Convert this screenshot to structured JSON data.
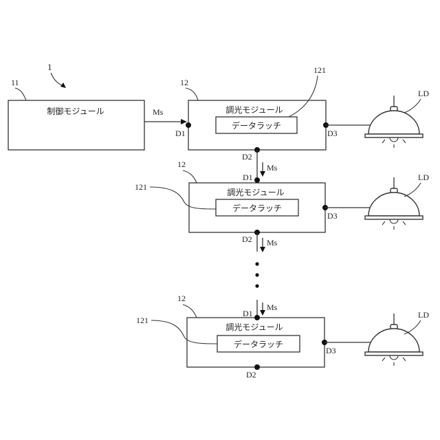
{
  "figure_ref": "1",
  "control_module": {
    "ref": "11",
    "label": "制御モジュール"
  },
  "signal_label": "Ms",
  "dimming_modules": [
    {
      "ref": "12",
      "label": "調光モジュール",
      "latch_ref": "121",
      "latch_label": "データラッチ",
      "d1": "D1",
      "d2": "D2",
      "d3": "D3",
      "lamp_ref": "LD"
    },
    {
      "ref": "12",
      "label": "調光モジュール",
      "latch_ref": "121",
      "latch_label": "データラッチ",
      "d1": "D1",
      "d2": "D2",
      "d3": "D3",
      "lamp_ref": "LD"
    },
    {
      "ref": "12",
      "label": "調光モジュール",
      "latch_ref": "121",
      "latch_label": "データラッチ",
      "d1": "D1",
      "d2": "D2",
      "d3": "D3",
      "lamp_ref": "LD"
    }
  ]
}
